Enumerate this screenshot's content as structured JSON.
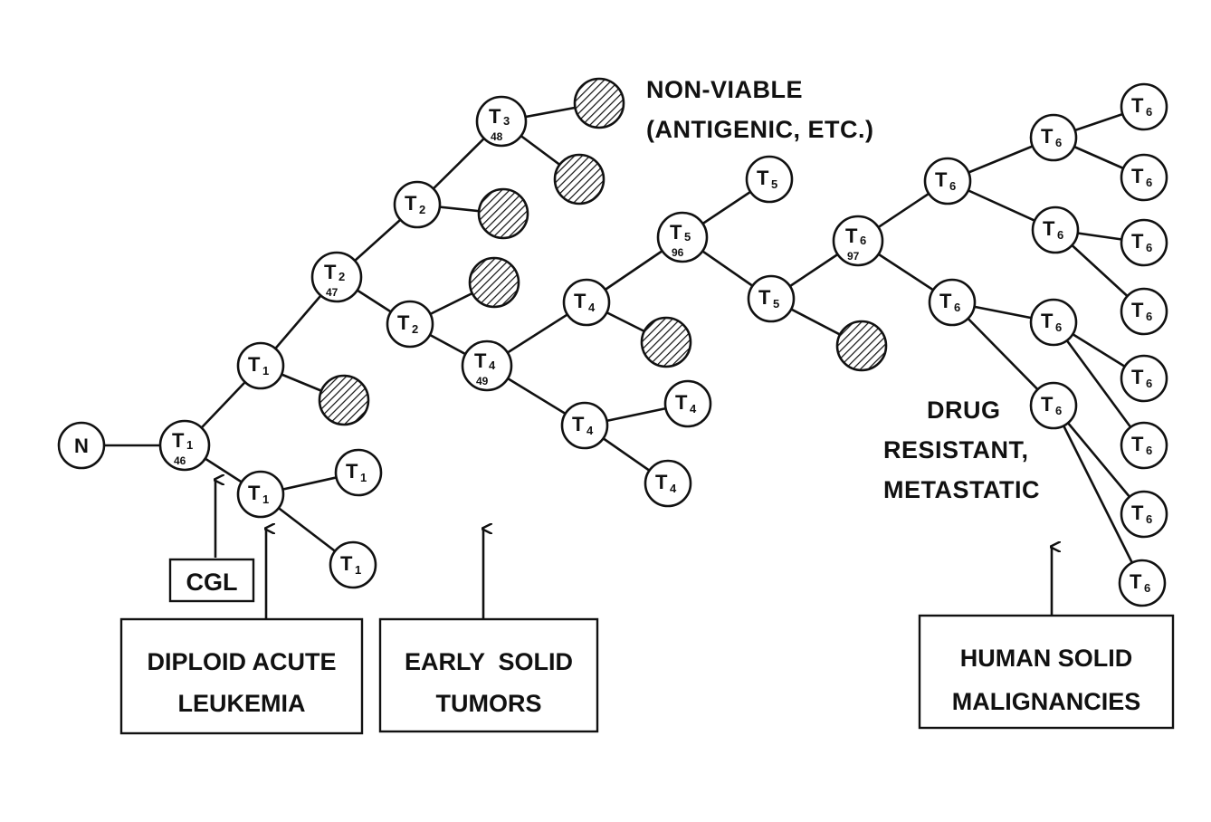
{
  "nodes": [
    {
      "id": "N",
      "label": "N",
      "sub": "",
      "count": ""
    },
    {
      "id": "t1_root",
      "label": "T",
      "sub": "1",
      "count": "46"
    },
    {
      "id": "t1_upper",
      "label": "T",
      "sub": "1",
      "count": ""
    },
    {
      "id": "t1_lower",
      "label": "T",
      "sub": "1",
      "count": ""
    },
    {
      "id": "t1_leaf_a",
      "label": "T",
      "sub": "1",
      "count": ""
    },
    {
      "id": "t1_leaf_b",
      "label": "T",
      "sub": "1",
      "count": ""
    },
    {
      "id": "t2_main",
      "label": "T",
      "sub": "2",
      "count": "47"
    },
    {
      "id": "t2_upper",
      "label": "T",
      "sub": "2",
      "count": ""
    },
    {
      "id": "t2_lower",
      "label": "T",
      "sub": "2",
      "count": ""
    },
    {
      "id": "t3",
      "label": "T",
      "sub": "3",
      "count": "48"
    },
    {
      "id": "t4_main",
      "label": "T",
      "sub": "4",
      "count": "49"
    },
    {
      "id": "t4_upper",
      "label": "T",
      "sub": "4",
      "count": ""
    },
    {
      "id": "t4_lower",
      "label": "T",
      "sub": "4",
      "count": ""
    },
    {
      "id": "t4_leaf_a",
      "label": "T",
      "sub": "4",
      "count": ""
    },
    {
      "id": "t4_leaf_b",
      "label": "T",
      "sub": "4",
      "count": ""
    },
    {
      "id": "t5_main",
      "label": "T",
      "sub": "5",
      "count": "96"
    },
    {
      "id": "t5_top",
      "label": "T",
      "sub": "5",
      "count": ""
    },
    {
      "id": "t5_mid",
      "label": "T",
      "sub": "5",
      "count": ""
    },
    {
      "id": "t6_main",
      "label": "T",
      "sub": "6",
      "count": "97"
    },
    {
      "id": "t6_up",
      "label": "T",
      "sub": "6",
      "count": ""
    },
    {
      "id": "t6_low",
      "label": "T",
      "sub": "6",
      "count": ""
    },
    {
      "id": "t6_up_a",
      "label": "T",
      "sub": "6",
      "count": ""
    },
    {
      "id": "t6_up_b",
      "label": "T",
      "sub": "6",
      "count": ""
    },
    {
      "id": "t6_low_a",
      "label": "T",
      "sub": "6",
      "count": ""
    },
    {
      "id": "t6_low_b",
      "label": "T",
      "sub": "6",
      "count": ""
    },
    {
      "id": "t6_leaf_1",
      "label": "T",
      "sub": "6",
      "count": ""
    },
    {
      "id": "t6_leaf_2",
      "label": "T",
      "sub": "6",
      "count": ""
    },
    {
      "id": "t6_leaf_3",
      "label": "T",
      "sub": "6",
      "count": ""
    },
    {
      "id": "t6_leaf_4",
      "label": "T",
      "sub": "6",
      "count": ""
    },
    {
      "id": "t6_leaf_5",
      "label": "T",
      "sub": "6",
      "count": ""
    },
    {
      "id": "t6_leaf_6",
      "label": "T",
      "sub": "6",
      "count": ""
    },
    {
      "id": "t6_leaf_7",
      "label": "T",
      "sub": "6",
      "count": ""
    },
    {
      "id": "t6_leaf_8",
      "label": "T",
      "sub": "6",
      "count": ""
    }
  ],
  "annotations": {
    "non_viable_line1": "NON-VIABLE",
    "non_viable_line2": "(ANTIGENIC, ETC.)",
    "drug_line1": "DRUG",
    "drug_line2": "RESISTANT,",
    "drug_line3": "METASTATIC"
  },
  "boxes": {
    "cgl": "CGL",
    "diploid_line1": "DIPLOID ACUTE",
    "diploid_line2": "LEUKEMIA",
    "early_line1": "EARLY  SOLID",
    "early_line2": "TUMORS",
    "human_line1": "HUMAN SOLID",
    "human_line2": "MALIGNANCIES"
  }
}
